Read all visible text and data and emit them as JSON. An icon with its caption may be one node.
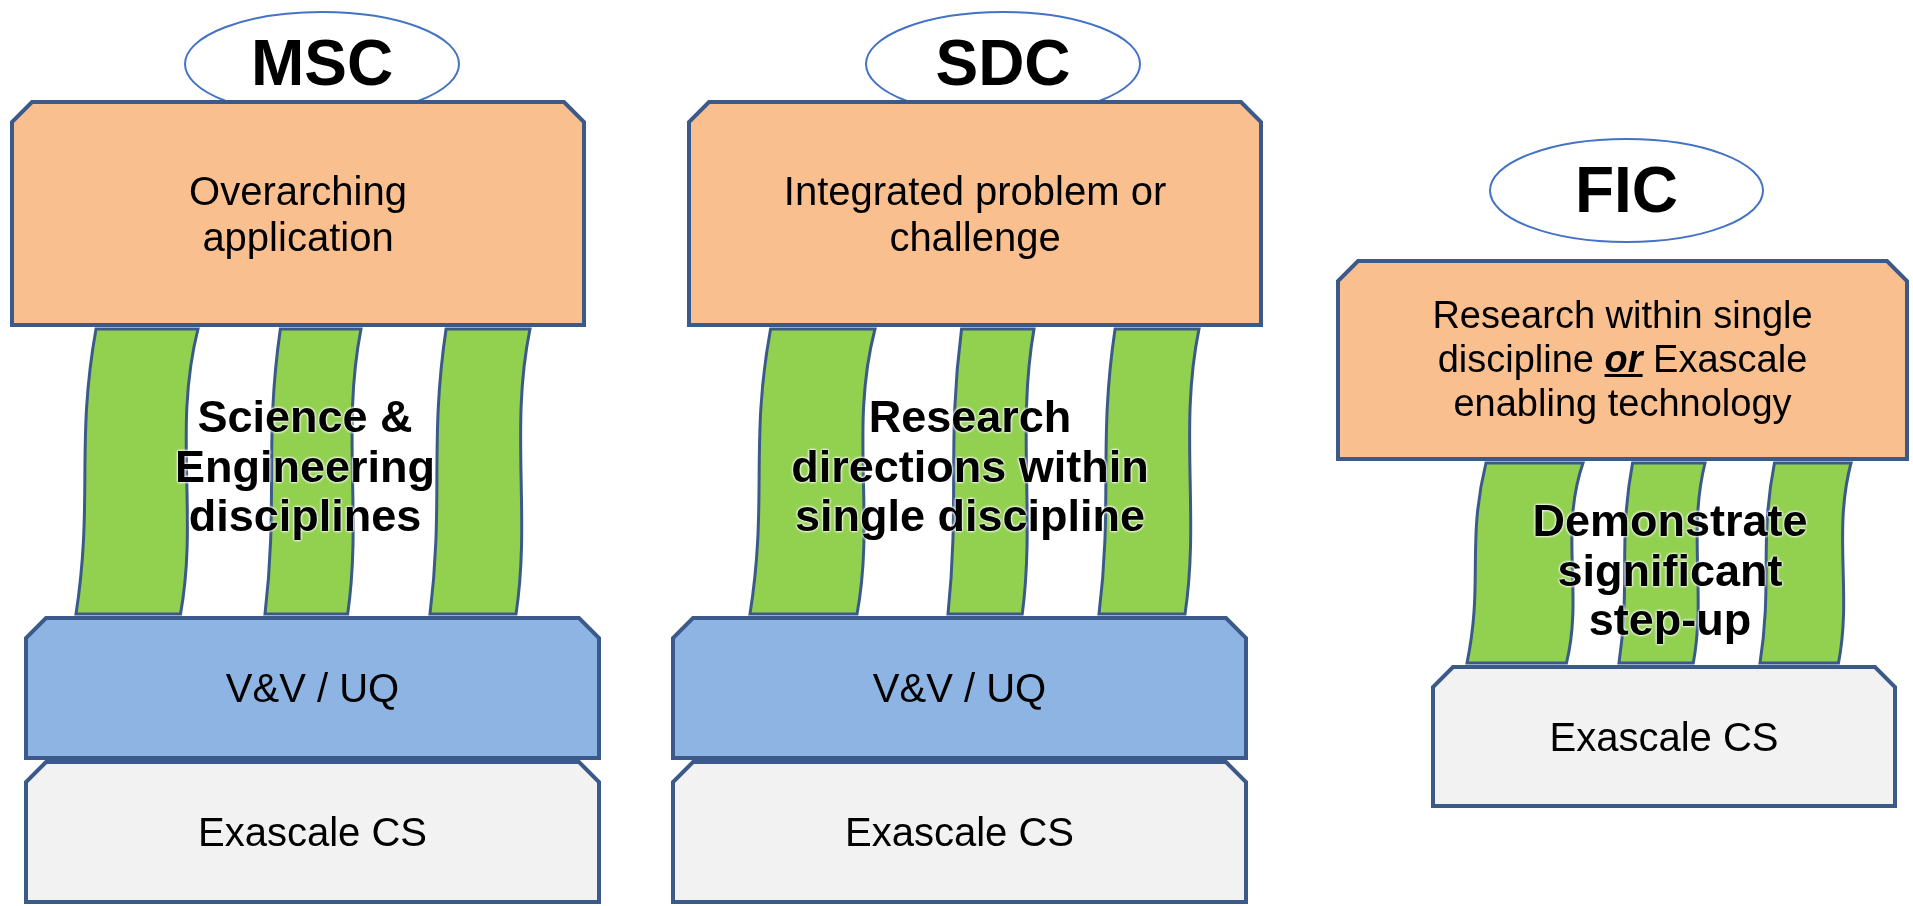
{
  "diagram": {
    "nodes": [
      {
        "text": [
          "MSC"
        ]
      },
      {
        "text": [
          "Overarching application"
        ]
      },
      {
        "text": [],
        "shape": "bar"
      },
      {
        "text": [],
        "shape": "bar"
      },
      {
        "text": [],
        "shape": "bar"
      },
      {
        "text": [
          "V&V / UQ"
        ]
      },
      {
        "text": [
          "Exascale CS"
        ]
      },
      {
        "text": [
          "SDC"
        ]
      },
      {
        "text": [
          "Integrated problem or challenge"
        ]
      },
      {
        "text": [],
        "shape": "bar"
      },
      {
        "text": [],
        "shape": "bar"
      },
      {
        "text": [],
        "shape": "bar"
      },
      {
        "text": [
          "V&V / UQ"
        ]
      },
      {
        "text": [
          "Exascale CS"
        ]
      },
      {
        "text": [
          "FIC"
        ]
      },
      {
        "text": [
          "Research within single discipline **or** Exascale enabling technology"
        ]
      },
      {
        "text": [],
        "shape": "bar"
      },
      {
        "text": [],
        "shape": "bar"
      },
      {
        "text": [],
        "shape": "bar"
      },
      {
        "text": [
          "Exascale CS"
        ]
      }
    ],
    "edges": [],
    "labels": [
      "Science & Engineering disciplines",
      "Research directions within single discipline",
      "Demonstrate significant step-up"
    ]
  }
}
